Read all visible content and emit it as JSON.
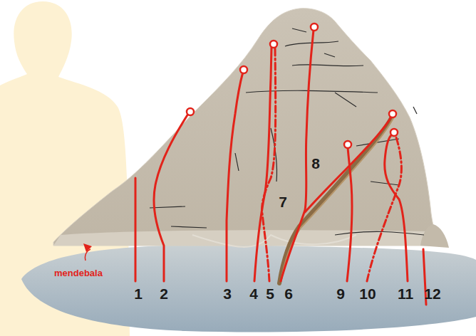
{
  "diagram": {
    "labels": [
      "8",
      "7",
      "mendebala",
      "1",
      "2",
      "3",
      "4",
      "5",
      "6",
      "9",
      "10",
      "11",
      "12"
    ]
  }
}
